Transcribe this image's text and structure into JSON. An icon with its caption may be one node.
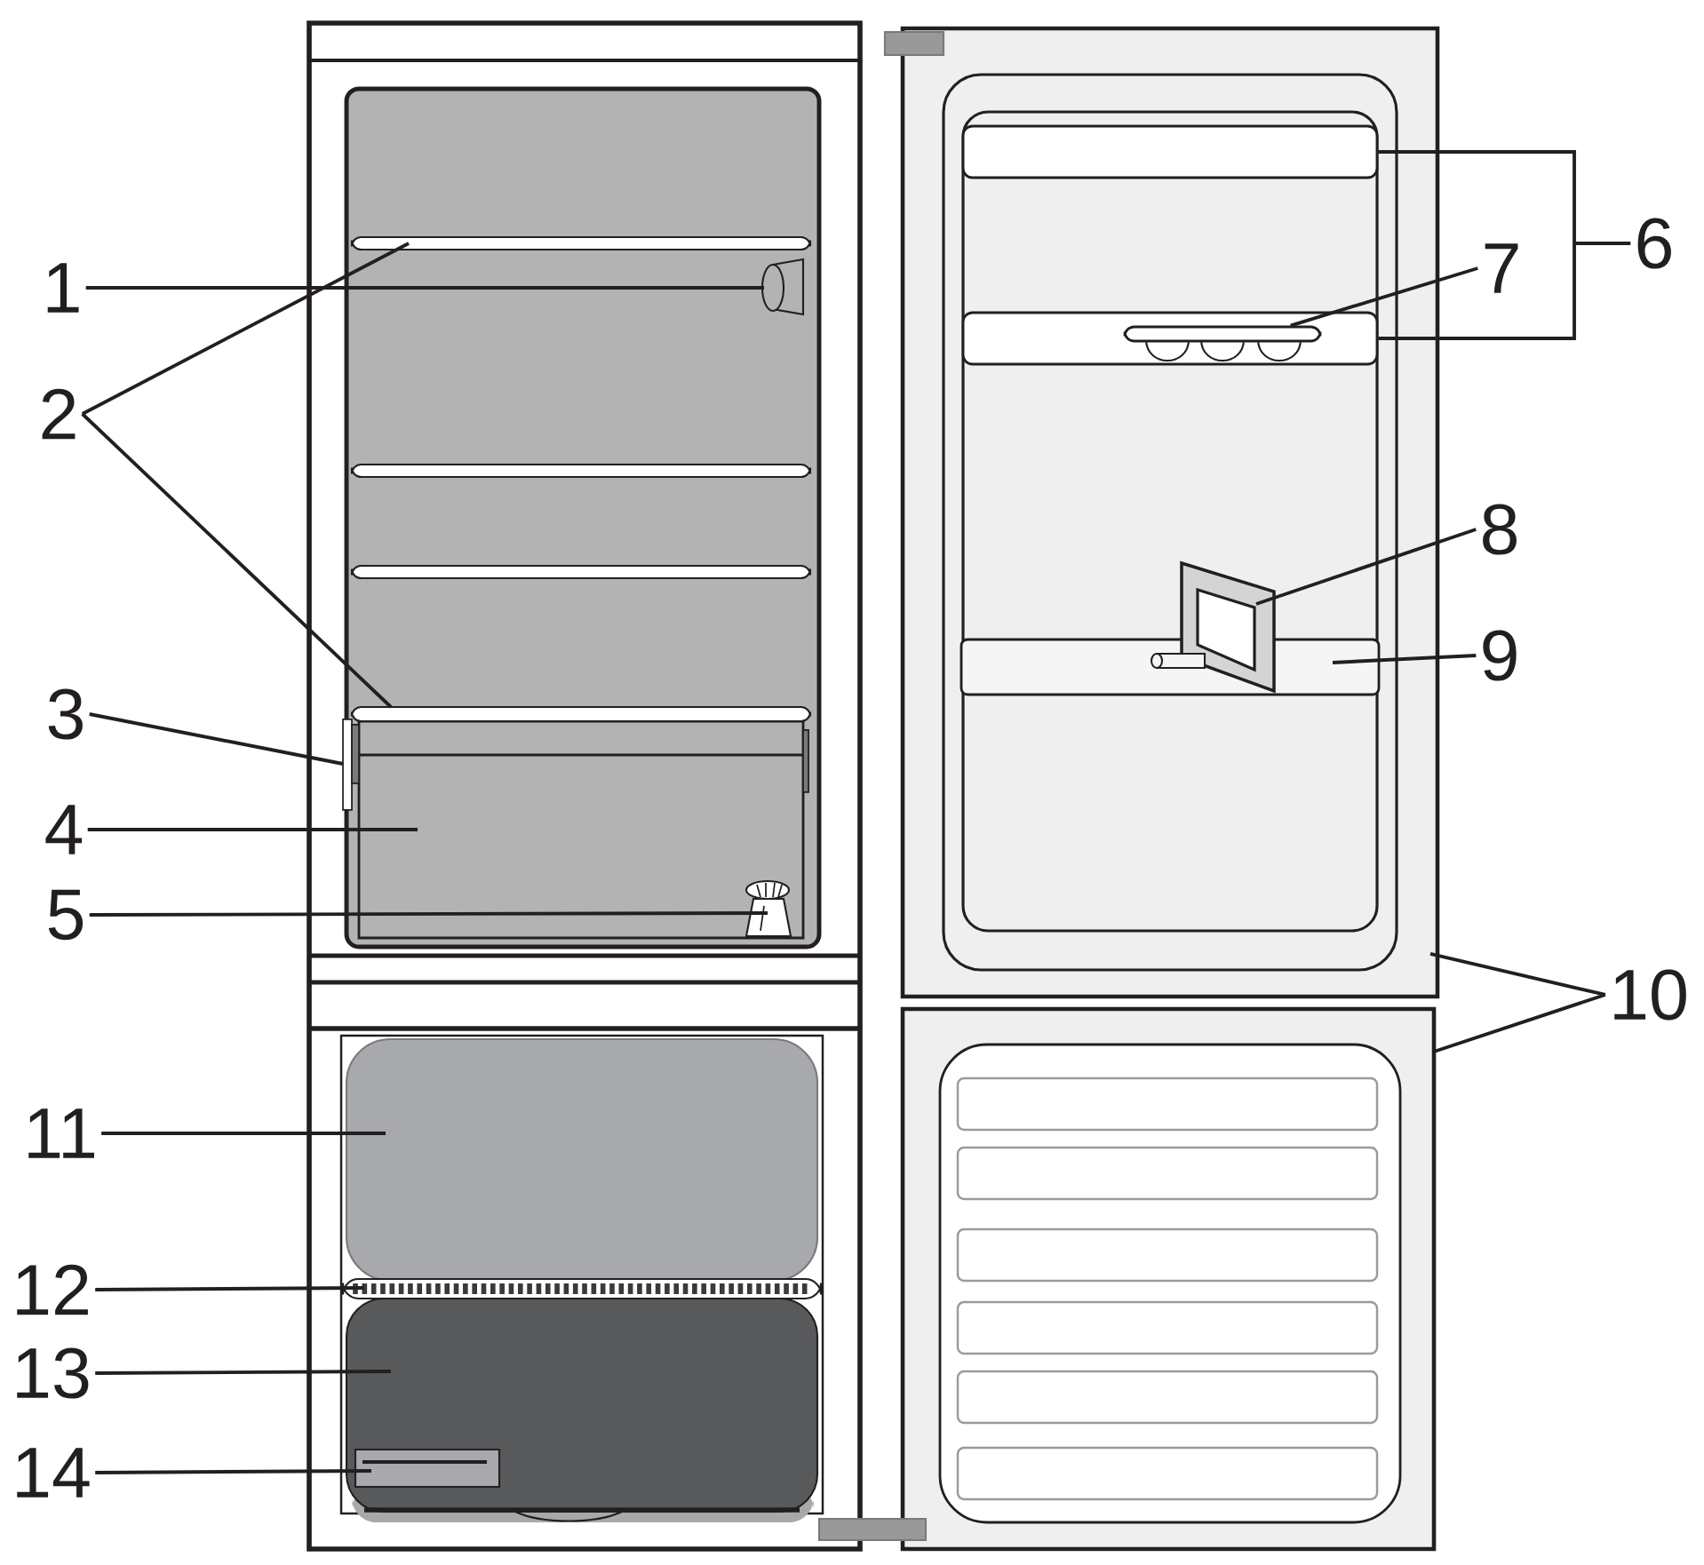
{
  "diagram": {
    "nodes": [
      {
        "text": [
          "1"
        ]
      },
      {
        "text": [
          "2"
        ]
      },
      {
        "text": [
          "3"
        ]
      },
      {
        "text": [
          "4"
        ]
      },
      {
        "text": [
          "5"
        ]
      },
      {
        "text": [
          "6"
        ]
      },
      {
        "text": [
          "7"
        ]
      },
      {
        "text": [
          "8"
        ]
      },
      {
        "text": [
          "9"
        ]
      },
      {
        "text": [
          "10"
        ]
      },
      {
        "text": [
          "11"
        ]
      },
      {
        "text": [
          "12"
        ]
      },
      {
        "text": [
          "13"
        ]
      },
      {
        "text": [
          "14"
        ]
      },
      {
        "text": [],
        "shape": "bar"
      },
      {
        "text": [],
        "shape": "bar"
      },
      {
        "text": [],
        "shape": "bar",
        "in": 15
      }
    ],
    "edges": [
      {
        "from": 0,
        "to": null,
        "arrow": "none"
      },
      {
        "from": 1,
        "to": null,
        "arrow": "none"
      },
      {
        "from": 1,
        "to": null,
        "arrow": "none"
      },
      {
        "from": 2,
        "to": null,
        "arrow": "none"
      },
      {
        "from": 3,
        "to": null,
        "arrow": "none"
      },
      {
        "from": 4,
        "to": null,
        "arrow": "none"
      },
      {
        "from": 5,
        "to": 14,
        "arrow": "none"
      },
      {
        "from": 5,
        "to": 15,
        "arrow": "none"
      },
      {
        "from": 6,
        "to": 16,
        "arrow": "none"
      },
      {
        "from": 7,
        "to": null,
        "arrow": "none"
      },
      {
        "from": 8,
        "to": null,
        "arrow": "none"
      },
      {
        "from": 9,
        "to": null,
        "arrow": "none"
      },
      {
        "from": 9,
        "to": null,
        "arrow": "none"
      },
      {
        "from": 10,
        "to": null,
        "arrow": "none"
      },
      {
        "from": 11,
        "to": null,
        "arrow": "none"
      },
      {
        "from": 12,
        "to": null,
        "arrow": "none"
      },
      {
        "from": 13,
        "to": null,
        "arrow": "none"
      }
    ]
  }
}
